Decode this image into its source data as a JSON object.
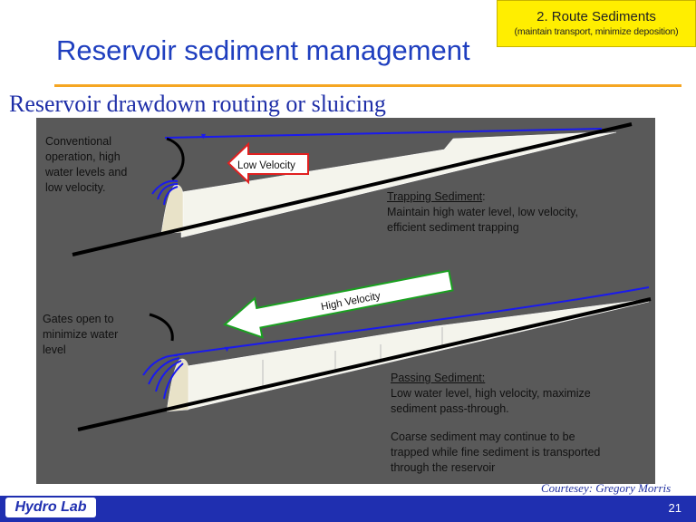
{
  "slide": {
    "title": "Reservoir sediment management",
    "subtitle": "Reservoir drawdown routing or sluicing",
    "page_number": "21",
    "courtesy": "Courtesey: Gregory Morris",
    "logo": "Hydro Lab"
  },
  "callout": {
    "heading": "2. Route Sediments",
    "subheading": "(maintain transport, minimize deposition)"
  },
  "top_panel": {
    "note_lines": [
      "Conventional",
      "operation, high",
      "water levels and",
      "low velocity."
    ],
    "arrow_label": "Low Velocity",
    "arrow_color": "#e02020",
    "heading": "Trapping Sediment",
    "heading_suffix": ":",
    "description_lines": [
      "Maintain high water level, low velocity,",
      "efficient sediment trapping"
    ]
  },
  "bottom_panel": {
    "note_lines": [
      "Gates open to",
      "minimize water",
      "level"
    ],
    "arrow_label": "High Velocity",
    "arrow_color": "#1aa020",
    "heading": "Passing Sediment:",
    "description_lines": [
      "Low water level, high velocity, maximize",
      "sediment pass-through."
    ],
    "extra_lines": [
      "Coarse sediment may continue to be",
      "trapped while fine sediment is transported",
      "through the reservoir"
    ]
  },
  "colors": {
    "panel_bg": "#595959",
    "water_line": "#1a1aee",
    "title_blue": "#1f3fbf",
    "accent_rule": "#f5a623",
    "callout_bg": "#ffee00"
  }
}
